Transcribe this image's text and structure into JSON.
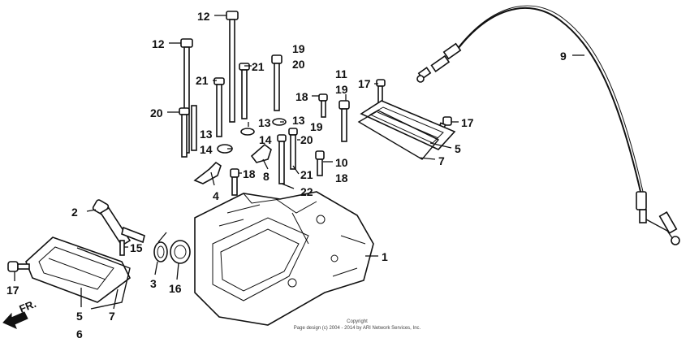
{
  "labels": {
    "l1": "1",
    "l2": "2",
    "l3": "3",
    "l4": "4",
    "l5a": "5",
    "l5b": "5",
    "l6": "6",
    "l7a": "7",
    "l7b": "7",
    "l8": "8",
    "l9": "9",
    "l10": "10",
    "l11": "11",
    "l12a": "12",
    "l12b": "12",
    "l13a": "13",
    "l13b": "13",
    "l13c": "13",
    "l14a": "14",
    "l14b": "14",
    "l15": "15",
    "l16": "16",
    "l17a": "17",
    "l17b": "17",
    "l17c": "17",
    "l18a": "18",
    "l18b": "18",
    "l18c": "18",
    "l19a": "19",
    "l19b": "19",
    "l19c": "19",
    "l20a": "20",
    "l20b": "20",
    "l20c": "20",
    "l21a": "21",
    "l21b": "21",
    "l21c": "21",
    "l22": "22"
  },
  "direction_label": "FR.",
  "copyright_line1": "Copyright",
  "copyright_line2": "Page design (c) 2004 - 2014 by ARI Network Services, Inc."
}
